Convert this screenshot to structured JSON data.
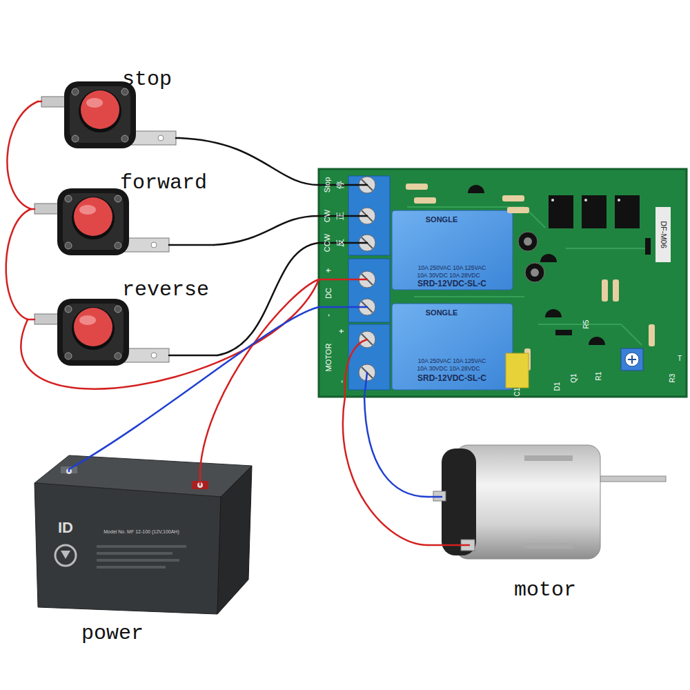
{
  "diagram": {
    "nodes": [
      {
        "text": [
          "stop"
        ]
      },
      {
        "text": [
          "forward"
        ]
      },
      {
        "text": [
          "reverse"
        ]
      },
      {
        "text": [
          "停",
          "正",
          "反",
          "Stop",
          "CW",
          "CCW",
          "+",
          "DC",
          "-",
          "MOTOR",
          "+",
          "-"
        ]
      },
      {
        "text": [
          "power"
        ]
      },
      {
        "text": [
          "motor"
        ]
      }
    ],
    "edges": [
      {
        "from": 0,
        "to": 3,
        "arrow": "none"
      },
      {
        "from": 1,
        "to": 3,
        "arrow": "none"
      },
      {
        "from": 2,
        "to": 3,
        "arrow": "none"
      },
      {
        "from": 0,
        "to": 1,
        "arrow": "none"
      },
      {
        "from": 1,
        "to": 2,
        "arrow": "none"
      },
      {
        "from": 2,
        "to": 3,
        "arrow": "none"
      },
      {
        "from": 4,
        "to": 3,
        "arrow": "none"
      },
      {
        "from": 4,
        "to": 3,
        "arrow": "none"
      },
      {
        "from": 3,
        "to": 5,
        "arrow": "none"
      },
      {
        "from": 3,
        "to": 5,
        "arrow": "none"
      }
    ],
    "labels": [
      "SONGLE",
      "10A 250VAC 10A 125VAC",
      "10A 30VDC 10A 28VDC",
      "SRD-12VDC-SL-C",
      "SONGLE",
      "10A 250VAC 10A 125VAC",
      "10A 30VDC 10A 28VDC",
      "SRD-12VDC-SL-C",
      "DF-M06",
      "R5",
      "R3",
      "C1",
      "D1",
      "Q1",
      "R1",
      "T",
      "ID",
      "Model No. MF 12-100 (12V,100AH)"
    ]
  }
}
